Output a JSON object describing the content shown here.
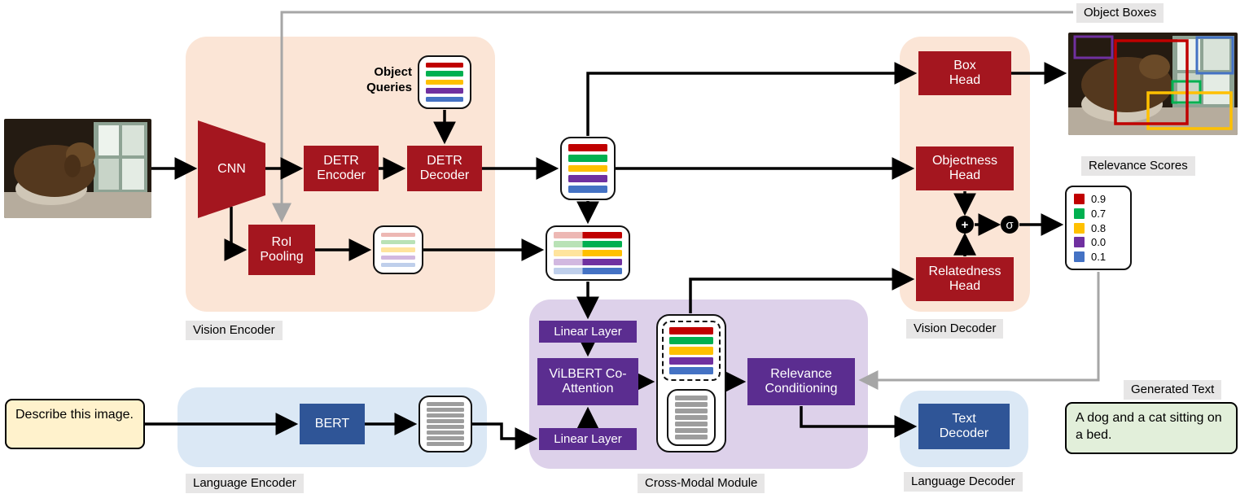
{
  "badges": {
    "object_boxes": "Object Boxes",
    "relevance_scores": "Relevance Scores",
    "generated_text": "Generated Text"
  },
  "regions": {
    "vision_encoder": "Vision Encoder",
    "vision_decoder": "Vision Decoder",
    "cross_modal": "Cross-Modal Module",
    "language_encoder": "Language Encoder",
    "language_decoder": "Language Decoder"
  },
  "nodes": {
    "cnn": "CNN",
    "detr_encoder": "DETR Encoder",
    "detr_decoder": "DETR Decoder",
    "object_queries": "Object Queries",
    "roi_pooling": "RoI Pooling",
    "box_head": "Box Head",
    "objectness_head": "Objectness Head",
    "relatedness_head": "Relatedness Head",
    "linear_layer_top": "Linear Layer",
    "vilbert": "ViLBERT Co-Attention",
    "linear_layer_bottom": "Linear Layer",
    "relevance_conditioning": "Relevance Conditioning",
    "bert": "BERT",
    "text_decoder": "Text Decoder",
    "plus_op": "+",
    "sigma_op": "σ"
  },
  "io": {
    "prompt": "Describe this image.",
    "generated": "A dog and a cat sitting on a bed."
  },
  "relevance_legend": [
    {
      "color": "#c00000",
      "score": "0.9"
    },
    {
      "color": "#00b050",
      "score": "0.7"
    },
    {
      "color": "#ffc000",
      "score": "0.8"
    },
    {
      "color": "#7030a0",
      "score": "0.0"
    },
    {
      "color": "#4472c4",
      "score": "0.1"
    }
  ],
  "stacks": {
    "solid": [
      "#c00000",
      "#00b050",
      "#ffc000",
      "#7030a0",
      "#4472c4"
    ],
    "pastel": [
      "#edb8b4",
      "#b9e2b6",
      "#ffe49d",
      "#d2b8e0",
      "#bfcfeb"
    ],
    "gray7": [
      "#9d9d9d",
      "#9d9d9d",
      "#9d9d9d",
      "#9d9d9d",
      "#9d9d9d",
      "#9d9d9d",
      "#9d9d9d"
    ],
    "gray8": [
      "#9d9d9d",
      "#9d9d9d",
      "#9d9d9d",
      "#9d9d9d",
      "#9d9d9d",
      "#9d9d9d",
      "#9d9d9d",
      "#9d9d9d"
    ]
  },
  "colors": {
    "vision_node": "#a4161f",
    "crossmodal_node": "#5b2d90",
    "language_node": "#2f5597",
    "vision_region": "#fbe5d6",
    "crossmodal_region": "#ddd1ea",
    "language_region": "#dbe8f5",
    "badge_bg": "#e7e6e6",
    "arrow_black": "#000000",
    "arrow_gray": "#a6a6a6",
    "prompt_bg": "#fff2cc",
    "generated_bg": "#e2efda"
  }
}
